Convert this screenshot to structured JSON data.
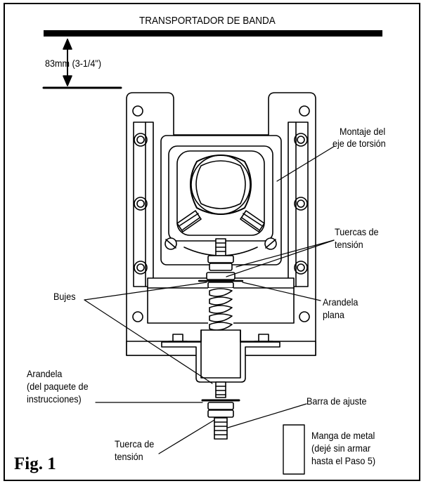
{
  "figure": {
    "label": "Fig. 1"
  },
  "labels": {
    "conveyor": "TRANSPORTADOR DE BANDA",
    "distance": "83mm (3-1/4\")",
    "mount": [
      "Montaje del",
      "eje de torsión"
    ],
    "tension_nuts": [
      "Tuercas de",
      "tensión"
    ],
    "bushings": "Bujes",
    "flat_washer": [
      "Arandela",
      "plana"
    ],
    "washer": [
      "Arandela",
      "(del paquete de",
      "instrucciones)"
    ],
    "adjust_rod": "Barra de ajuste",
    "tension_nut": [
      "Tuerca de",
      "tensión"
    ],
    "sleeve": [
      "Manga de metal",
      "(dejé sin armar",
      "hasta el Paso 5)"
    ]
  },
  "colors": {
    "line": "#000000",
    "fill": "#ffffff",
    "shade": "#d9d9d9"
  }
}
